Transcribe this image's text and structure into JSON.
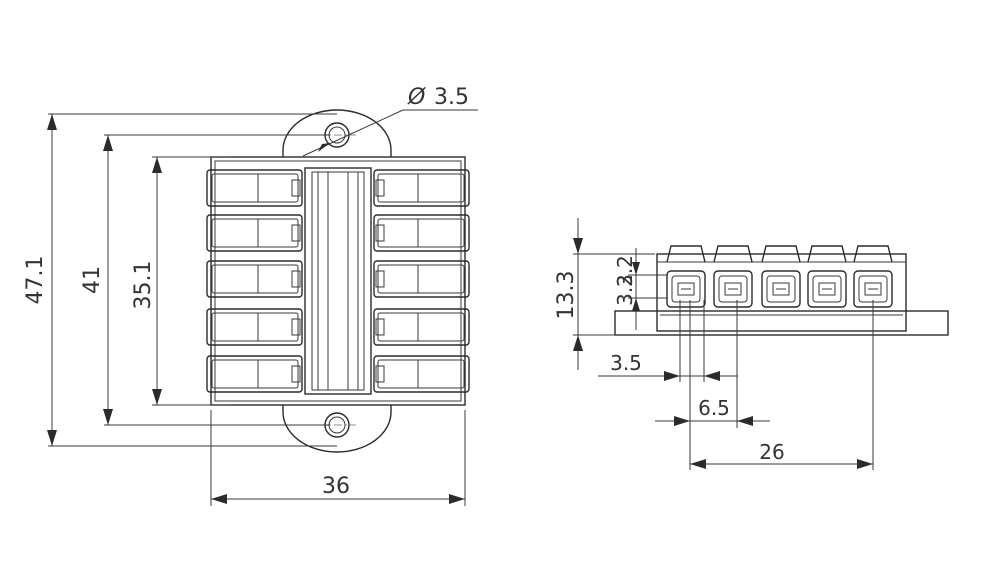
{
  "dimensions": {
    "hole_diameter": "3.5",
    "hole_symbol": "Ø",
    "overall_height": "47.1",
    "hole_pitch": "41",
    "body_height": "35.1",
    "width": "36",
    "side_height": "13.3",
    "side_step": "3.2",
    "side_offset": "3.5",
    "side_pitch": "6.5",
    "side_span": "26"
  },
  "colors": {
    "line": "#2b2b2b",
    "text": "#333333",
    "background": "#ffffff"
  }
}
